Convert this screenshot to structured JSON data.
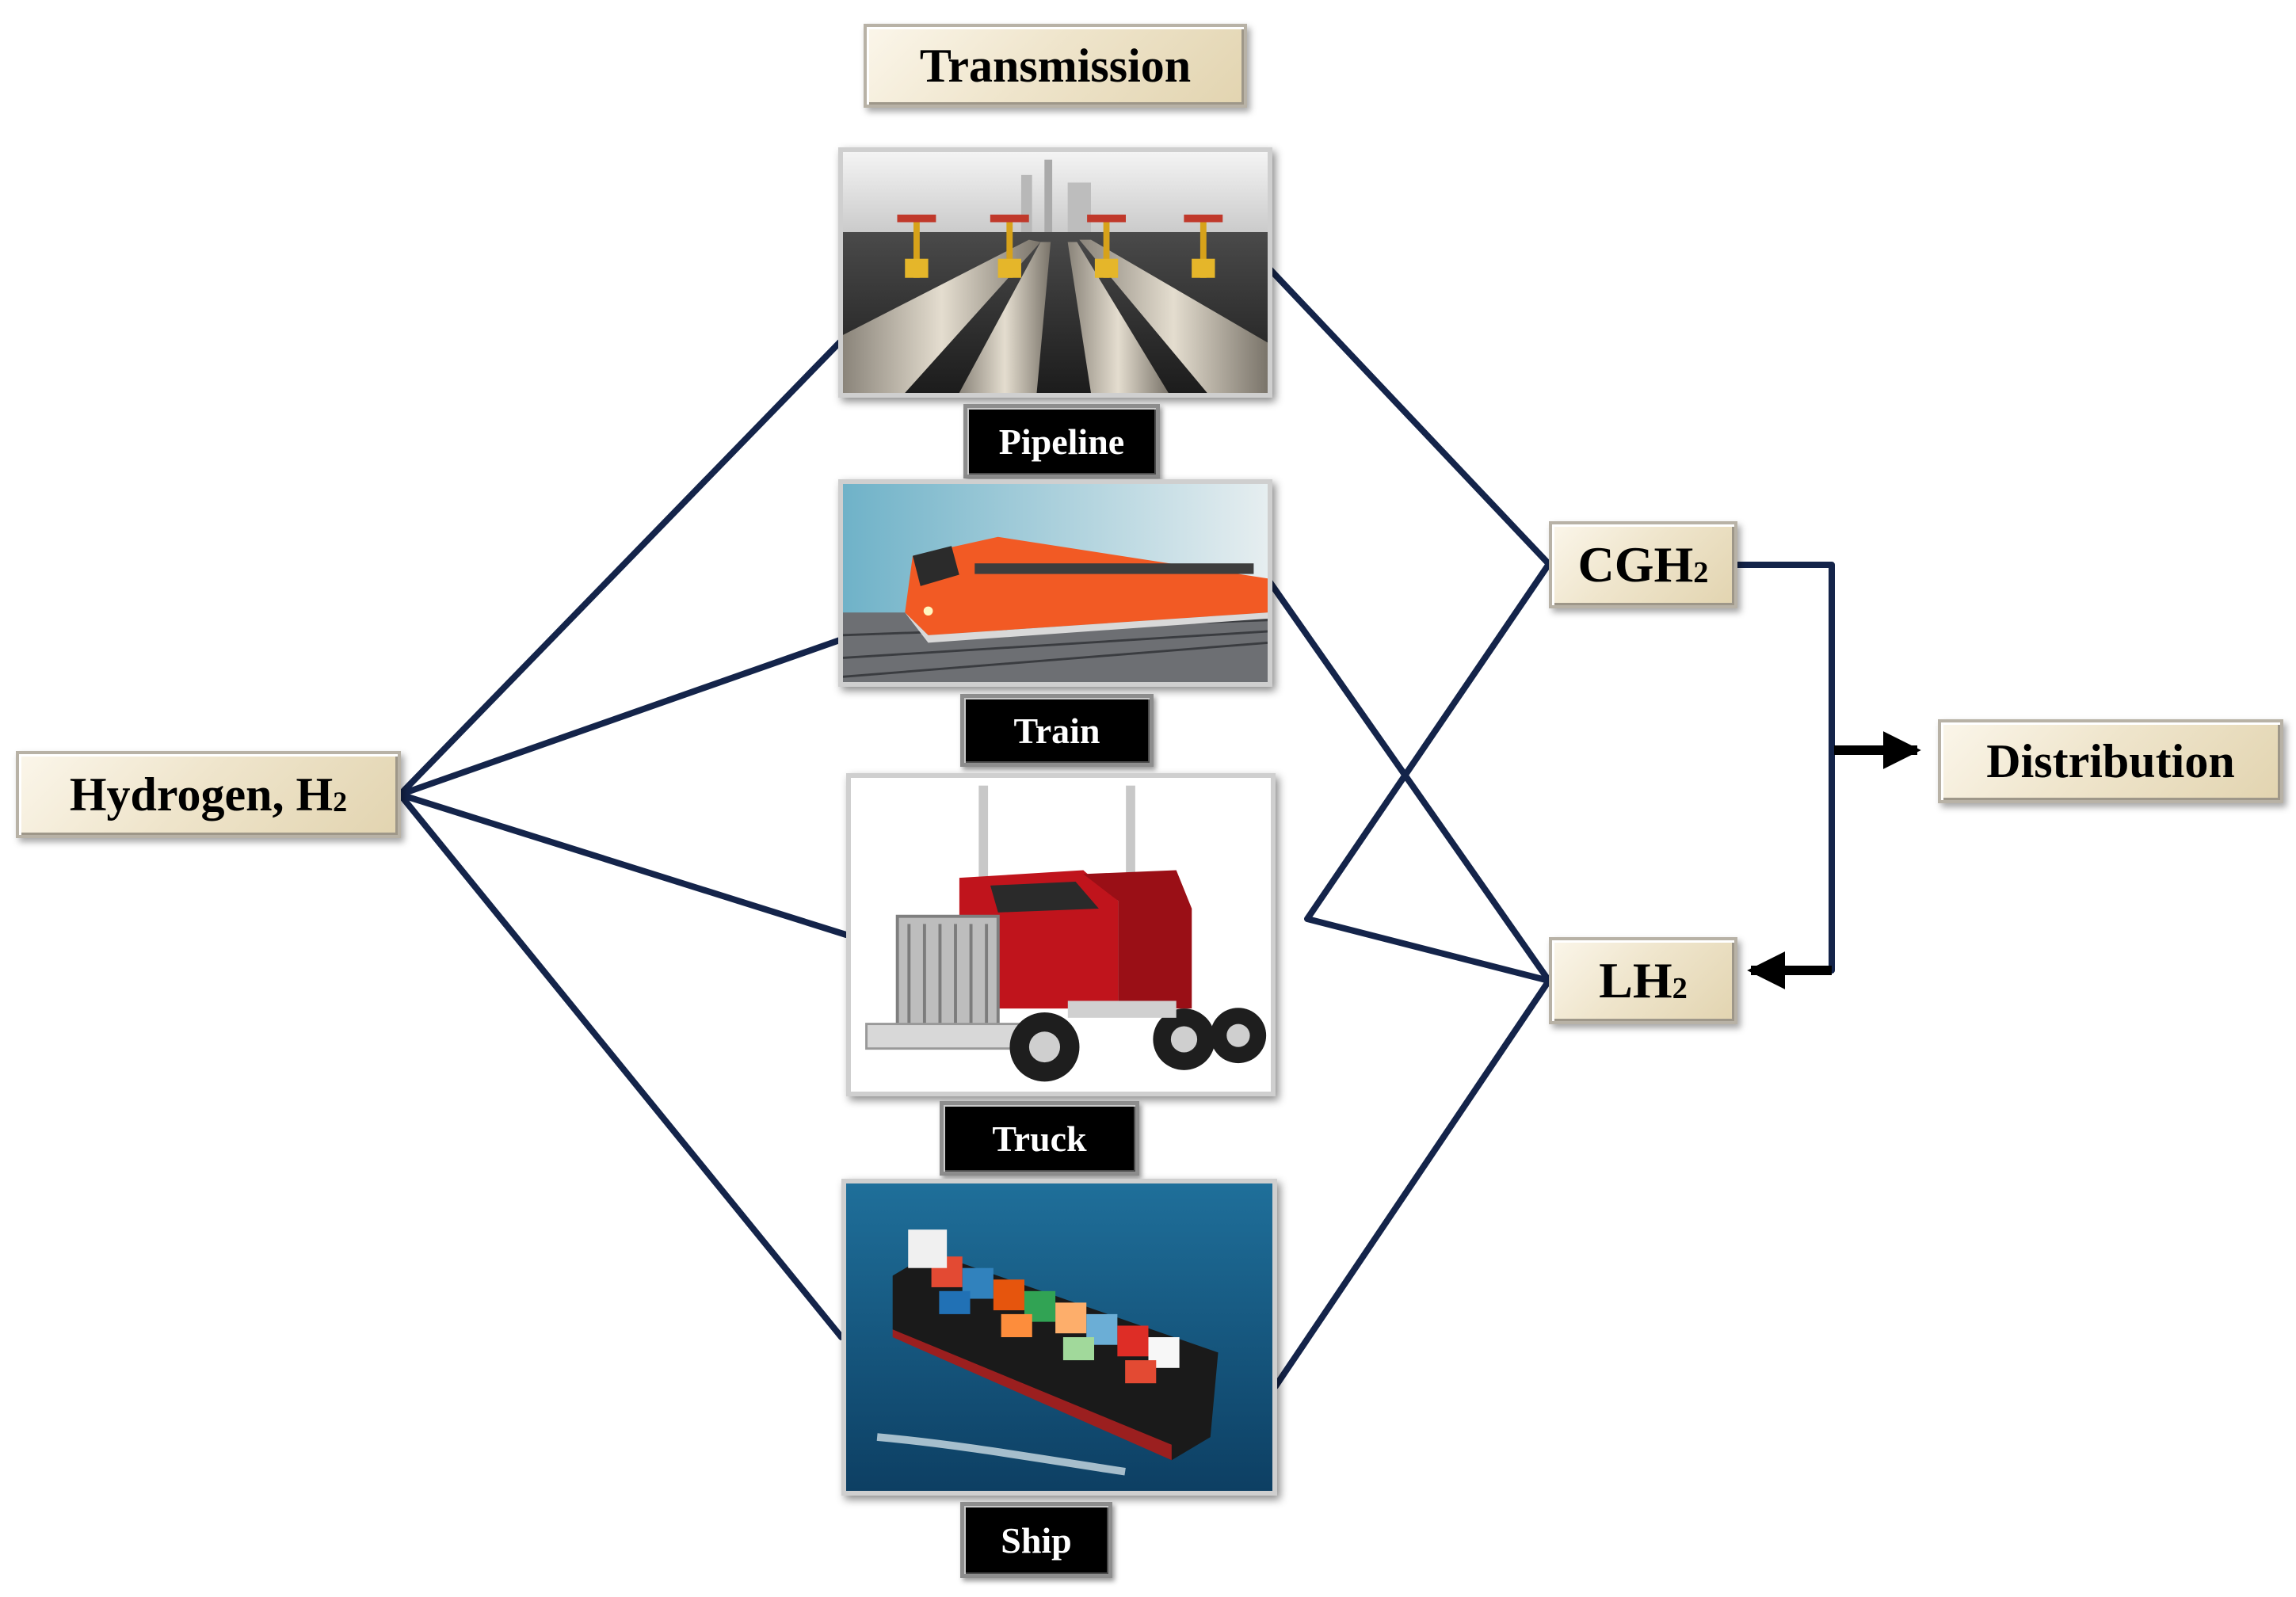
{
  "title": "Transmission",
  "source": {
    "main": "Hydrogen, H",
    "sub": "2"
  },
  "modes": [
    {
      "label": "Pipeline",
      "icon": "pipeline-photo-icon"
    },
    {
      "label": "Train",
      "icon": "train-photo-icon"
    },
    {
      "label": "Truck",
      "icon": "truck-photo-icon"
    },
    {
      "label": "Ship",
      "icon": "ship-photo-icon"
    }
  ],
  "products": [
    {
      "main": "CGH",
      "sub": "2"
    },
    {
      "main": "LH",
      "sub": "2"
    }
  ],
  "destination": "Distribution",
  "colors": {
    "connector": "#14244a",
    "arrow": "#000000",
    "box_fill": "#efe5cc",
    "label_fill": "#000000"
  }
}
